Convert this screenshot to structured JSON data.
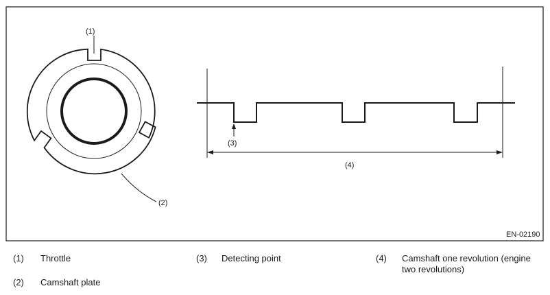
{
  "diagram": {
    "callouts": {
      "c1": "(1)",
      "c2": "(2)",
      "c3": "(3)",
      "c4": "(4)"
    },
    "figure_id": "EN-02190"
  },
  "legend": [
    {
      "num": "(1)",
      "text": "Throttle"
    },
    {
      "num": "(2)",
      "text": "Camshaft plate"
    },
    {
      "num": "(3)",
      "text": "Detecting point"
    },
    {
      "num": "(4)",
      "text": "Camshaft one revolution (engine two revolutions)"
    }
  ]
}
